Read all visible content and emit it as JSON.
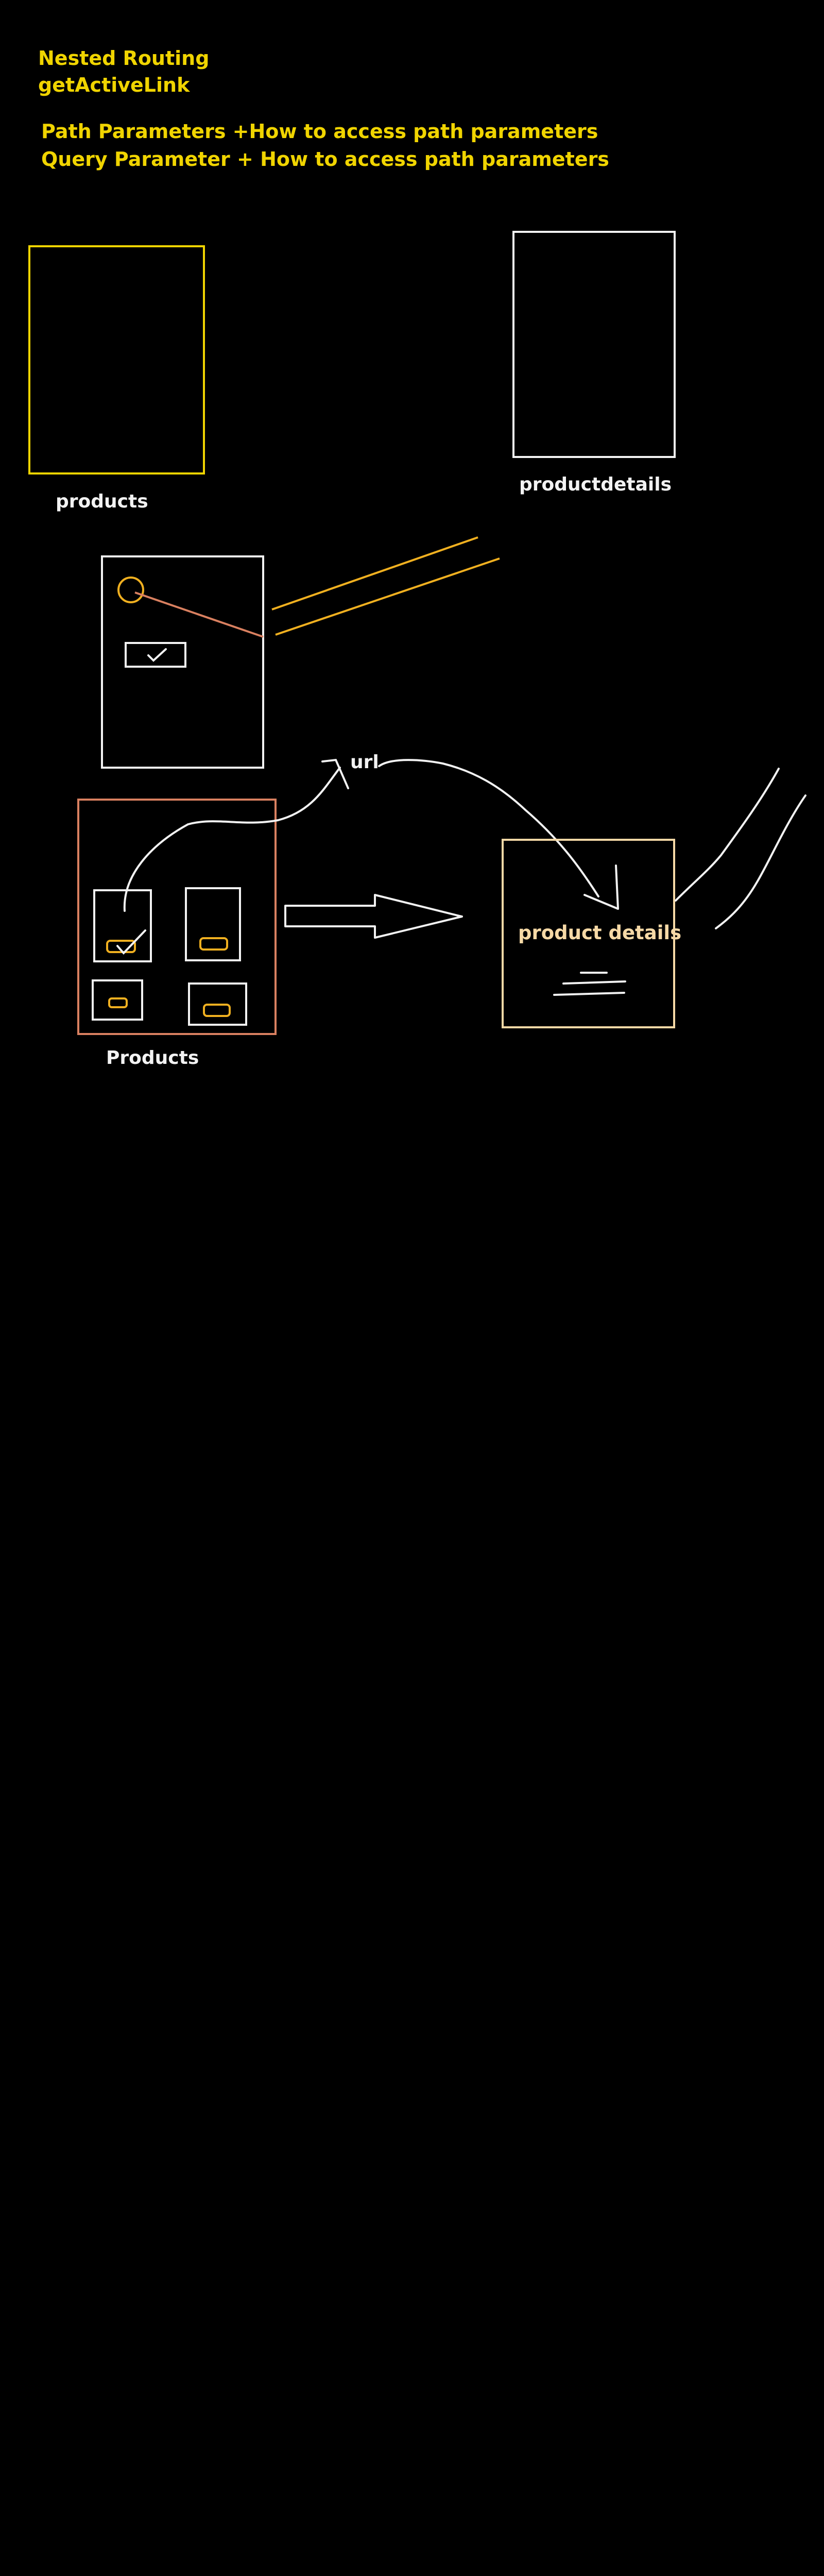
{
  "notes": {
    "line1": "Nested Routing",
    "line2": "getActiveLink",
    "line3": "Path Parameters +How to access path parameters",
    "line4": "Query Parameter + How to access path parameters"
  },
  "labels": {
    "products_top": "products",
    "productdetails_top": "productdetails",
    "url": "url",
    "product_details_box": "product details",
    "products_bottom": "Products"
  },
  "colors": {
    "background": "#000000",
    "yellow": "#f0d400",
    "ink": "#f2f2f2",
    "orange": "#f0b020",
    "salmon": "#d98060",
    "tan": "#f6d9a6"
  }
}
